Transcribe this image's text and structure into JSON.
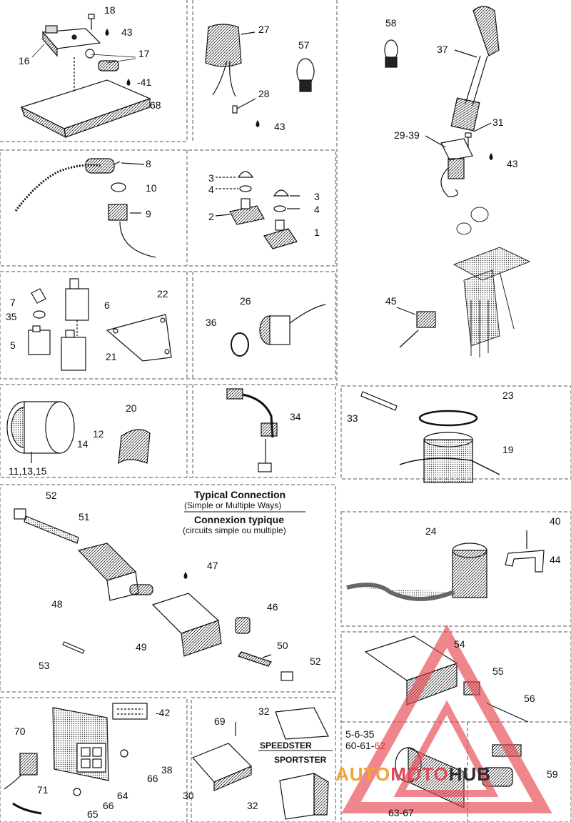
{
  "callouts": {
    "c18": "18",
    "c43a": "43",
    "c16": "16",
    "c17": "17",
    "c41": "-41",
    "c68": "68",
    "c27": "27",
    "c57": "57",
    "c28": "28",
    "c43b": "43",
    "c58": "58",
    "c37": "37",
    "c31": "31",
    "c2939": "29-39",
    "c43c": "43",
    "c8": "8",
    "c10": "10",
    "c9": "9",
    "c3a": "3",
    "c4a": "4",
    "c2": "2",
    "c3b": "3",
    "c4b": "4",
    "c1": "1",
    "c7": "7",
    "c35": "35",
    "c5": "5",
    "c6": "6",
    "c22": "22",
    "c21": "21",
    "c26": "26",
    "c36": "36",
    "c45": "45",
    "c20": "20",
    "c12": "12",
    "c14": "14",
    "c111315": "11,13,15",
    "c34": "34",
    "c33": "33",
    "c23": "23",
    "c19": "19",
    "c52a": "52",
    "c51": "51",
    "c47": "47",
    "c48": "48",
    "c46": "46",
    "c49": "49",
    "c50": "50",
    "c53": "53",
    "c52b": "52",
    "c40": "40",
    "c24": "24",
    "c44": "44",
    "c54": "54",
    "c55": "55",
    "c56": "56",
    "c42": "-42",
    "c70": "70",
    "c38": "38",
    "c66a": "66",
    "c64": "64",
    "c71": "71",
    "c66b": "66",
    "c65": "65",
    "c32a": "32",
    "c69": "69",
    "c30": "30",
    "c32b": "32",
    "c5635_a": "5-6-35",
    "c606162_a": "60-61-",
    "c62": "62",
    "c6367": "63-67",
    "c59": "59"
  },
  "connection": {
    "title_en": "Typical Connection",
    "sub_en": "(Simple or Multiple Ways)",
    "title_fr": "Connexion typique",
    "sub_fr": "(circuits simple ou multiple)"
  },
  "models": {
    "speedster": "SPEEDSTER",
    "sportster": "SPORTSTER"
  },
  "watermark": {
    "auto": "AUTO",
    "moto": "MOTO",
    "hub": "HUB",
    "triangle_color": "#e8474f"
  }
}
